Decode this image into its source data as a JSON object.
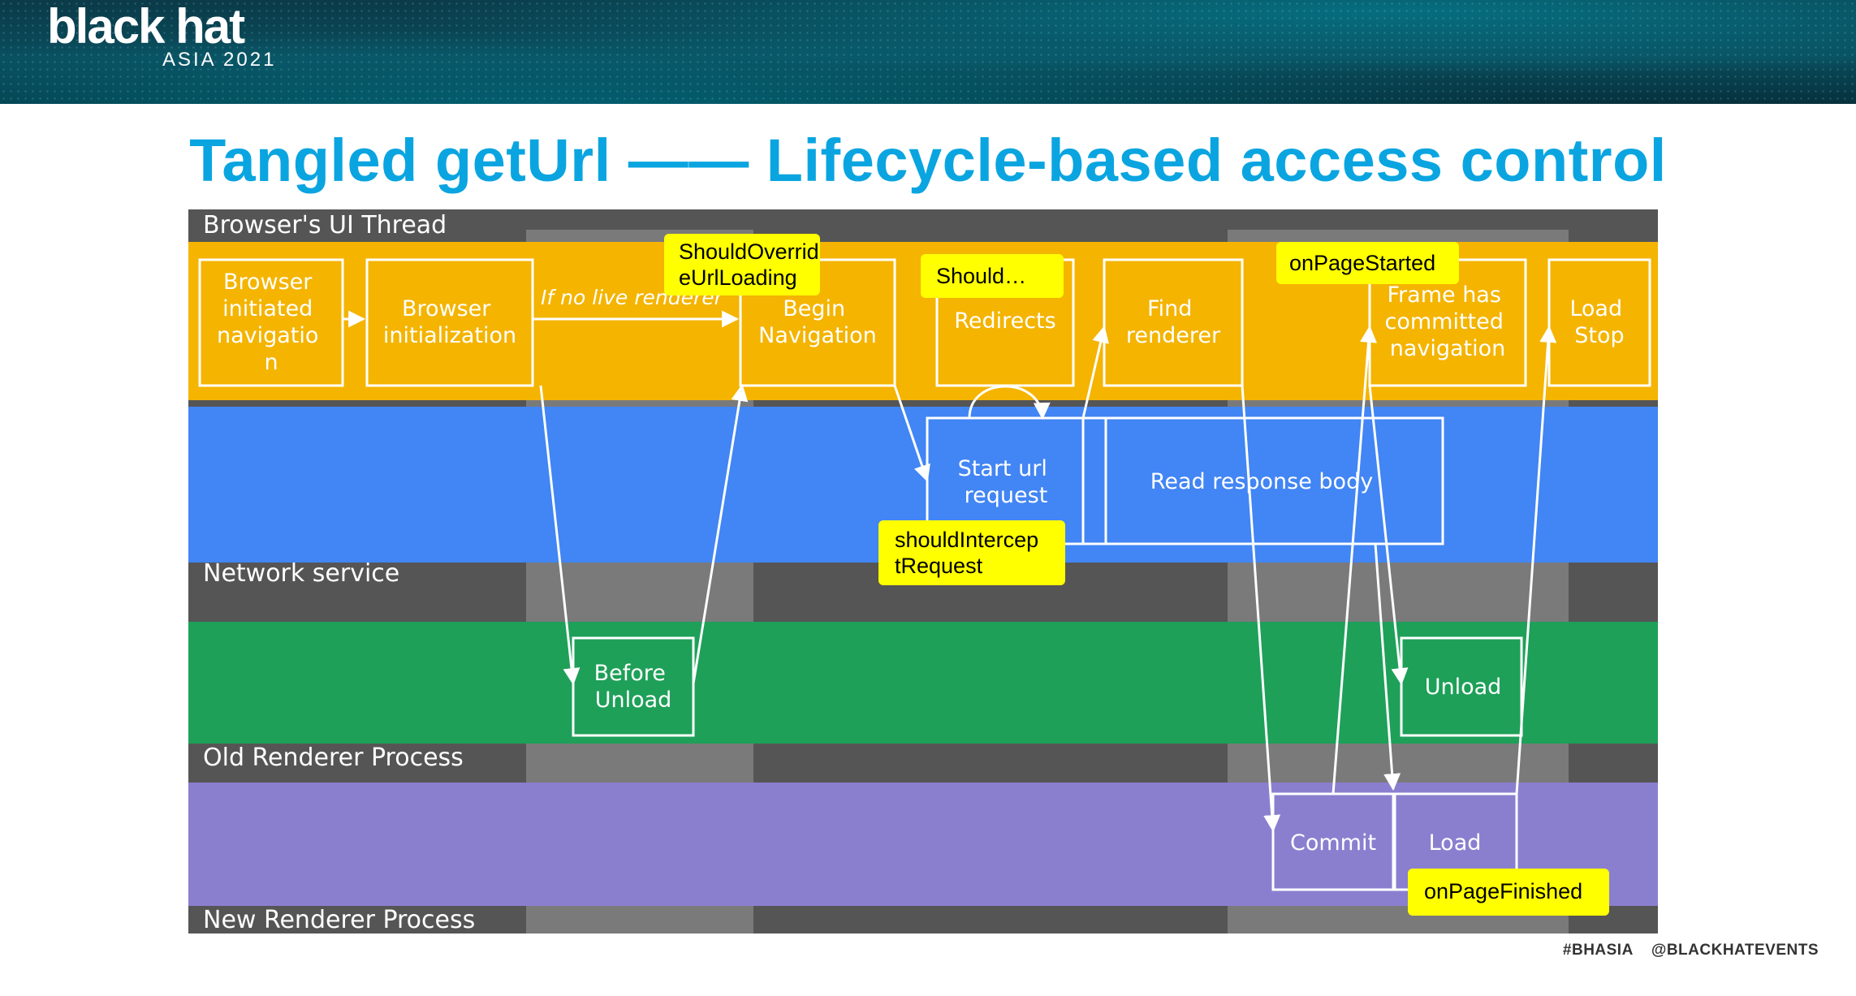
{
  "header": {
    "logo_main": "black hat",
    "logo_sub": "ASIA 2021"
  },
  "title": "Tangled getUrl —— Lifecycle-based access control",
  "footer": {
    "hashtag": "#BHASIA",
    "handle": "@BLACKHATEVENTS"
  },
  "colors": {
    "title_blue": "#0aa5e0",
    "ui_thread_band": "#f4b400",
    "network_band": "#4285f4",
    "old_renderer_band": "#1ea058",
    "new_renderer_band": "#8a7fcf",
    "lane_label_bg": "#616161",
    "note_yellow": "#ffff00"
  },
  "diagram": {
    "lanes": {
      "ui_thread": "Browser's UI Thread",
      "network": "Network service",
      "old_renderer": "Old Renderer Process",
      "new_renderer": "New Renderer Process"
    },
    "boxes": {
      "browser_initiated": [
        "Browser",
        "initiated",
        "navigatio",
        "n"
      ],
      "browser_init": [
        "Browser",
        "initialization"
      ],
      "begin_nav": [
        "Begin",
        "Navigation"
      ],
      "redirects": [
        "Redirects"
      ],
      "find_renderer": [
        "Find",
        "renderer"
      ],
      "frame_committed": [
        "Frame has",
        "committed",
        "navigation"
      ],
      "load_stop": [
        "Load",
        "Stop"
      ],
      "start_url": [
        "Start url",
        "request"
      ],
      "read_body": [
        "Read response body"
      ],
      "before_unload": [
        "Before",
        "Unload"
      ],
      "unload": [
        "Unload"
      ],
      "commit": [
        "Commit"
      ],
      "load": [
        "Load"
      ]
    },
    "edge_label": "If no live renderer",
    "notes": {
      "should_override": [
        "ShouldOverrid",
        "eUrlLoading"
      ],
      "should": [
        "Should…"
      ],
      "on_page_started": [
        "onPageStarted"
      ],
      "should_intercept": [
        "shouldIntercep",
        "tRequest"
      ],
      "on_page_finished": [
        "onPageFinished"
      ]
    }
  }
}
